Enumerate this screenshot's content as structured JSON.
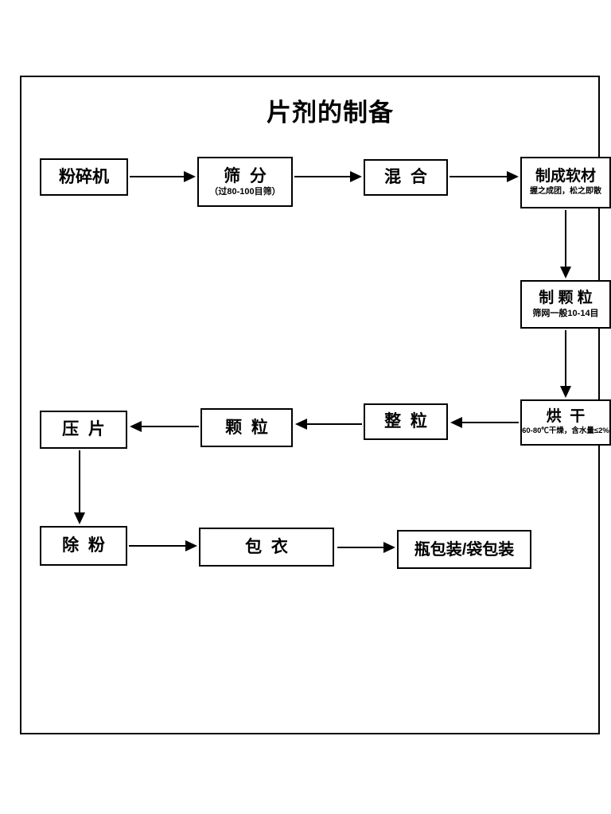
{
  "title": "片剂的制备",
  "nodes": {
    "crusher": {
      "label": "粉碎机"
    },
    "sieving": {
      "label": "筛  分",
      "sub": "（过80-100目筛）"
    },
    "mixing": {
      "label": "混  合"
    },
    "soft_material": {
      "label": "制成软材",
      "sub": "握之成团，松之即散"
    },
    "granulation": {
      "label": "制 颗 粒",
      "sub": "筛网一般10-14目"
    },
    "drying": {
      "label": "烘  干",
      "sub": "60-80℃干燥，含水量≤2%"
    },
    "sizing": {
      "label": "整  粒"
    },
    "granules": {
      "label": "颗  粒"
    },
    "tableting": {
      "label": "压  片"
    },
    "dedusting": {
      "label": "除  粉"
    },
    "coating": {
      "label": "包  衣"
    },
    "packaging": {
      "label": "瓶包装/袋包装"
    }
  },
  "edges": [
    {
      "from": "crusher",
      "to": "sieving"
    },
    {
      "from": "sieving",
      "to": "mixing"
    },
    {
      "from": "mixing",
      "to": "soft_material"
    },
    {
      "from": "soft_material",
      "to": "granulation"
    },
    {
      "from": "granulation",
      "to": "drying"
    },
    {
      "from": "drying",
      "to": "sizing"
    },
    {
      "from": "sizing",
      "to": "granules"
    },
    {
      "from": "granules",
      "to": "tableting"
    },
    {
      "from": "tableting",
      "to": "dedusting"
    },
    {
      "from": "dedusting",
      "to": "coating"
    },
    {
      "from": "coating",
      "to": "packaging"
    }
  ],
  "colors": {
    "line": "#000000",
    "background": "#ffffff"
  }
}
